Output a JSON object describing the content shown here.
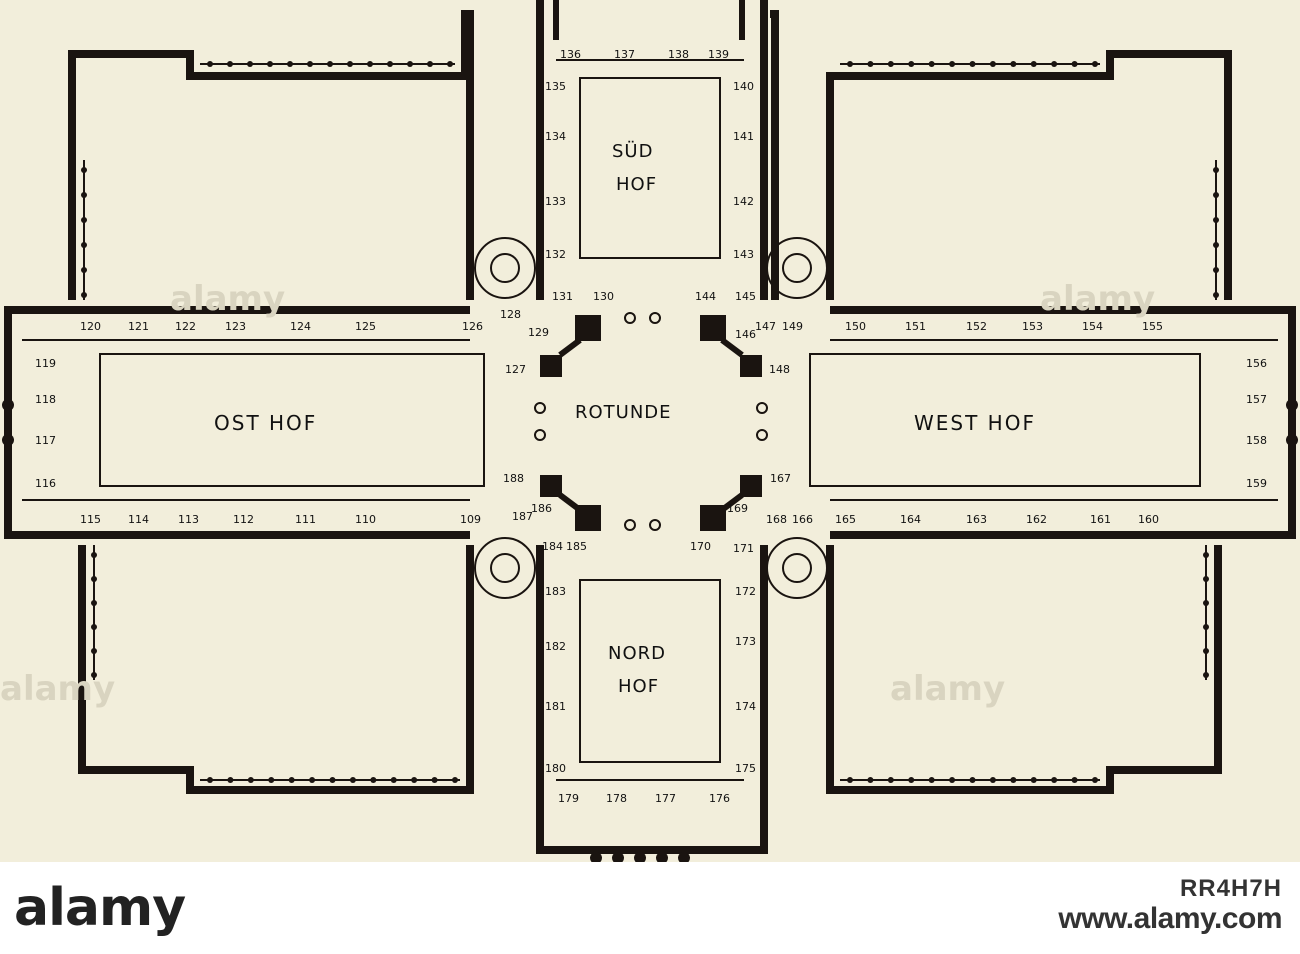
{
  "courtyards": {
    "sued": [
      "SÜD",
      "HOF"
    ],
    "nord": [
      "NORD",
      "HOF"
    ],
    "ost": "OST HOF",
    "west": "WEST HOF",
    "rotunde": "ROTUNDE"
  },
  "rooms": {
    "south_top": [
      "136",
      "137",
      "138",
      "139"
    ],
    "south_left": [
      "135",
      "134",
      "133",
      "132"
    ],
    "south_right": [
      "140",
      "141",
      "142",
      "143"
    ],
    "south_stair": [
      "131",
      "130",
      "144",
      "145"
    ],
    "east_top": [
      "120",
      "121",
      "122",
      "123",
      "124",
      "125",
      "126"
    ],
    "east_bottom": [
      "115",
      "114",
      "113",
      "112",
      "111",
      "110",
      "109"
    ],
    "east_end": [
      "119",
      "118",
      "117",
      "116"
    ],
    "west_top": [
      "149",
      "150",
      "151",
      "152",
      "153",
      "154",
      "155"
    ],
    "west_bottom": [
      "166",
      "165",
      "164",
      "163",
      "162",
      "161",
      "160"
    ],
    "west_end": [
      "156",
      "157",
      "158",
      "159"
    ],
    "center_upper": [
      "128",
      "129",
      "127",
      "146",
      "147",
      "148"
    ],
    "center_lower": [
      "188",
      "187",
      "186",
      "184",
      "185",
      "167",
      "169",
      "168",
      "170",
      "171"
    ],
    "north_left": [
      "183",
      "182",
      "181",
      "180"
    ],
    "north_right": [
      "172",
      "173",
      "174",
      "175"
    ],
    "north_bottom": [
      "179",
      "178",
      "177",
      "176"
    ]
  },
  "footer": {
    "logo": "alamy",
    "image_code": "RR4H7H",
    "site": "www.alamy.com"
  },
  "colors": {
    "paper": "#f2eedb",
    "ink": "#1a1410",
    "footer": "#ffffff"
  }
}
